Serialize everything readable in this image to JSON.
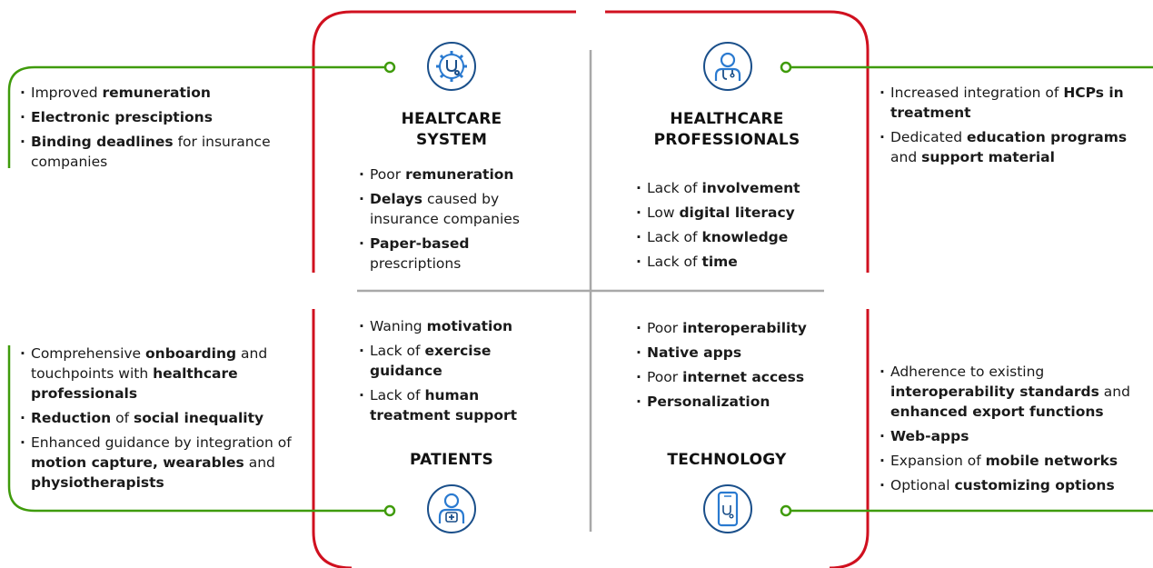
{
  "quadrants": {
    "system": {
      "title": [
        "HEALTCARE",
        "SYSTEM"
      ],
      "barriers": [
        [
          {
            "t": "Poor "
          },
          {
            "t": "remuneration",
            "b": true
          }
        ],
        [
          {
            "t": "Delays",
            "b": true
          },
          {
            "t": " caused by insurance companies"
          }
        ],
        [
          {
            "t": "Paper-based",
            "b": true
          },
          {
            "t": " prescriptions"
          }
        ]
      ],
      "facilitators": [
        [
          {
            "t": "Improved "
          },
          {
            "t": "remuneration",
            "b": true
          }
        ],
        [
          {
            "t": "Electronic presciptions",
            "b": true
          }
        ],
        [
          {
            "t": "Binding deadlines",
            "b": true
          },
          {
            "t": " for insurance companies"
          }
        ]
      ],
      "icon": "gear-stethoscope-icon"
    },
    "professionals": {
      "title": [
        "HEALTHCARE",
        "PROFESSIONALS"
      ],
      "barriers": [
        [
          {
            "t": "Lack of "
          },
          {
            "t": "involvement",
            "b": true
          }
        ],
        [
          {
            "t": "Low "
          },
          {
            "t": "digital literacy",
            "b": true
          }
        ],
        [
          {
            "t": "Lack of "
          },
          {
            "t": "knowledge",
            "b": true
          }
        ],
        [
          {
            "t": "Lack of "
          },
          {
            "t": "time",
            "b": true
          }
        ]
      ],
      "facilitators": [
        [
          {
            "t": "Increased integration of "
          },
          {
            "t": "HCPs in treatment",
            "b": true
          }
        ],
        [
          {
            "t": "Dedicated "
          },
          {
            "t": "education programs",
            "b": true
          },
          {
            "t": " and "
          },
          {
            "t": "support material",
            "b": true
          }
        ]
      ],
      "icon": "doctor-icon"
    },
    "patients": {
      "title": [
        "PATIENTS"
      ],
      "barriers": [
        [
          {
            "t": "Waning "
          },
          {
            "t": "motivation",
            "b": true
          }
        ],
        [
          {
            "t": "Lack of "
          },
          {
            "t": "exercise guidance",
            "b": true
          }
        ],
        [
          {
            "t": "Lack of "
          },
          {
            "t": "human treatment support",
            "b": true
          }
        ]
      ],
      "facilitators": [
        [
          {
            "t": "Comprehensive "
          },
          {
            "t": "onboarding",
            "b": true
          },
          {
            "t": " and touchpoints with "
          },
          {
            "t": "healthcare professionals",
            "b": true
          }
        ],
        [
          {
            "t": "Reduction",
            "b": true
          },
          {
            "t": " of "
          },
          {
            "t": "social inequality",
            "b": true
          }
        ],
        [
          {
            "t": "Enhanced guidance by integration of "
          },
          {
            "t": "motion capture, wearables",
            "b": true
          },
          {
            "t": " and "
          },
          {
            "t": "physiotherapists",
            "b": true
          }
        ]
      ],
      "icon": "patient-icon"
    },
    "technology": {
      "title": [
        "TECHNOLOGY"
      ],
      "barriers": [
        [
          {
            "t": "Poor "
          },
          {
            "t": "interoperability",
            "b": true
          }
        ],
        [
          {
            "t": "Native apps",
            "b": true
          }
        ],
        [
          {
            "t": "Poor "
          },
          {
            "t": "internet access",
            "b": true
          }
        ],
        [
          {
            "t": "Personalization",
            "b": true
          }
        ]
      ],
      "facilitators": [
        [
          {
            "t": "Adherence to existing "
          },
          {
            "t": "interoperability standards",
            "b": true
          },
          {
            "t": " and "
          },
          {
            "t": "enhanced export functions",
            "b": true
          }
        ],
        [
          {
            "t": "Web-apps",
            "b": true
          }
        ],
        [
          {
            "t": "Expansion of "
          },
          {
            "t": "mobile networks",
            "b": true
          }
        ],
        [
          {
            "t": "Optional "
          },
          {
            "t": "customizing options",
            "b": true
          }
        ]
      ],
      "icon": "smartphone-icon"
    }
  },
  "colors": {
    "barrier_frame": "#d0101f",
    "facilitator_line": "#3f9b0b",
    "divider": "#a8a8a8",
    "icon_stroke": "#1a4f8a",
    "icon_fill": "#2a7ad0"
  }
}
